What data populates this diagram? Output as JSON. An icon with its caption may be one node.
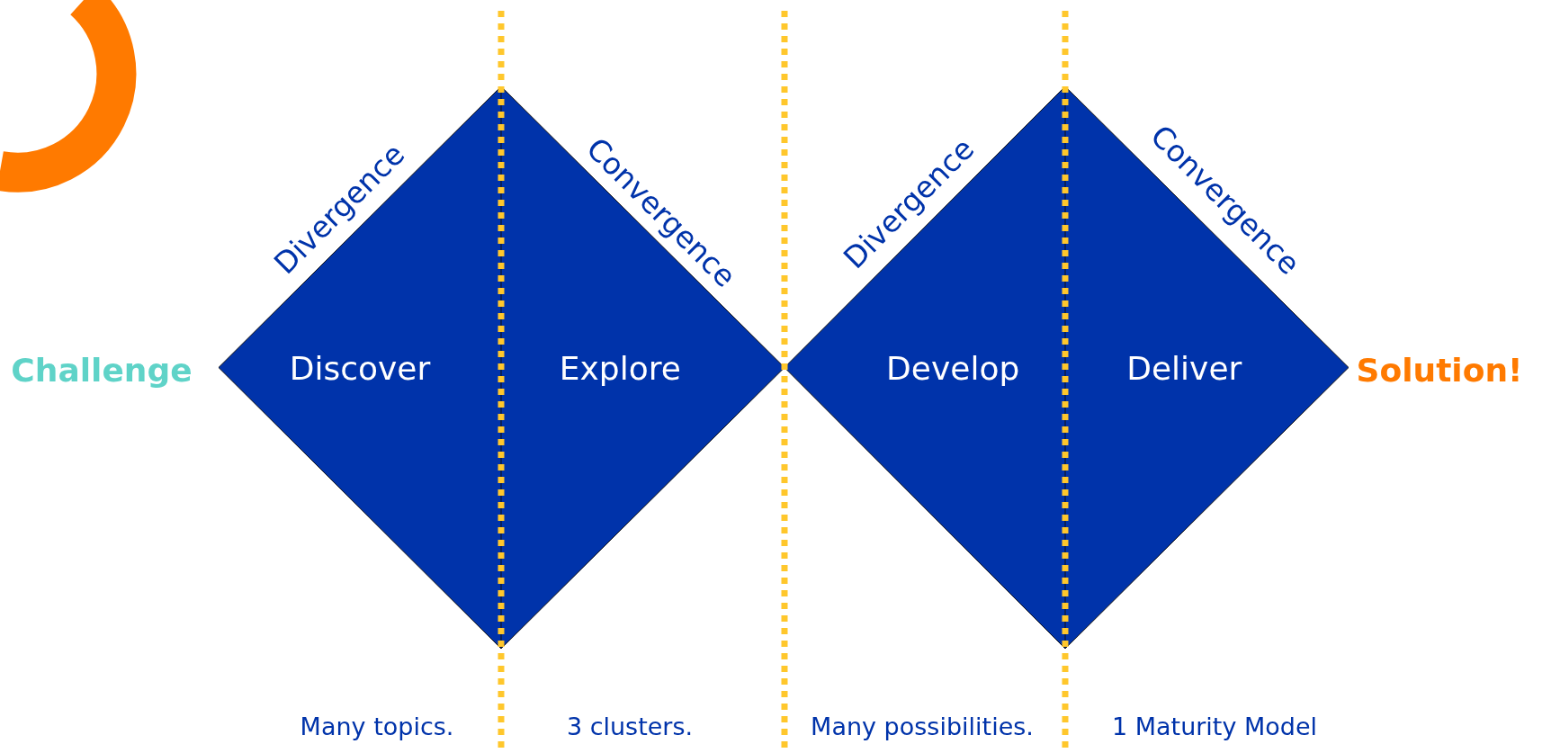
{
  "diagram": {
    "nodes": [
      {
        "text": [
          "Discover"
        ]
      },
      {
        "text": [
          "Explore"
        ]
      },
      {
        "text": [
          "Develop"
        ]
      },
      {
        "text": [
          "Deliver"
        ]
      }
    ],
    "labels": [
      "Divergence",
      "Convergence",
      "Divergence",
      "Convergence",
      "Challenge",
      "Solution!",
      "Many topics.",
      "3 clusters.",
      "Many possibilities.",
      "1 Maturity Model"
    ]
  }
}
